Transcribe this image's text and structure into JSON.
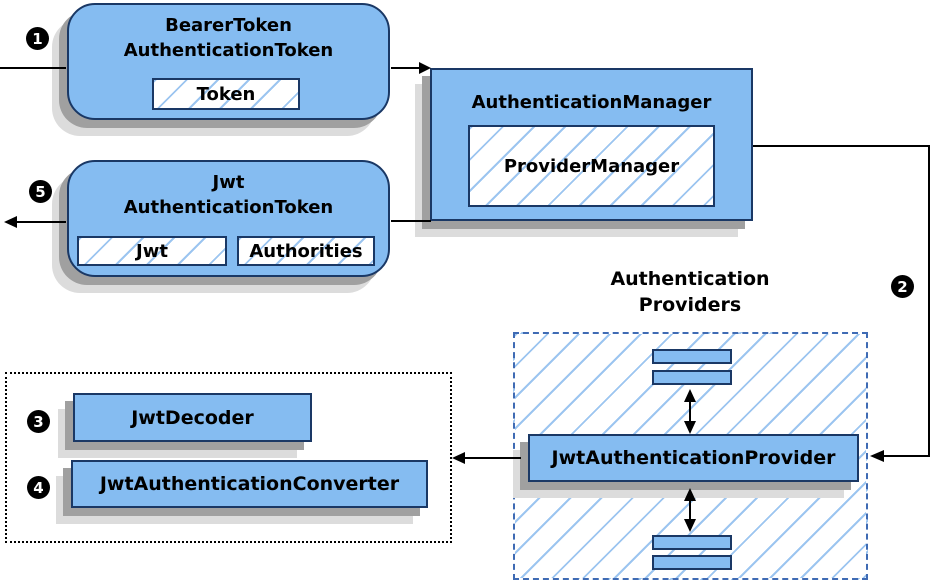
{
  "colors": {
    "node-fill": "#85bcf1",
    "node-border": "#1a3865",
    "hatch-line": "#9cc5f0",
    "providers-border": "#3f6bb4",
    "connector": "#000000",
    "badge-bg": "#000000",
    "badge-text": "#ffffff",
    "shadow-dark": "#a0a0a0",
    "shadow-light": "#dcdcdc"
  },
  "diagram": {
    "bearer_token": {
      "title_line1": "BearerToken",
      "title_line2": "AuthenticationToken",
      "field": "Token"
    },
    "authentication_manager": {
      "title": "AuthenticationManager",
      "field": "ProviderManager"
    },
    "jwt_authentication_token": {
      "title_line1": "Jwt",
      "title_line2": "AuthenticationToken",
      "field_jwt": "Jwt",
      "field_authorities": "Authorities"
    },
    "authentication_providers": {
      "heading_line1": "Authentication",
      "heading_line2": "Providers",
      "provider": "JwtAuthenticationProvider"
    },
    "helpers": {
      "decoder": "JwtDecoder",
      "converter": "JwtAuthenticationConverter"
    },
    "steps": {
      "step1": "1",
      "step2": "2",
      "step3": "3",
      "step4": "4",
      "step5": "5"
    }
  }
}
